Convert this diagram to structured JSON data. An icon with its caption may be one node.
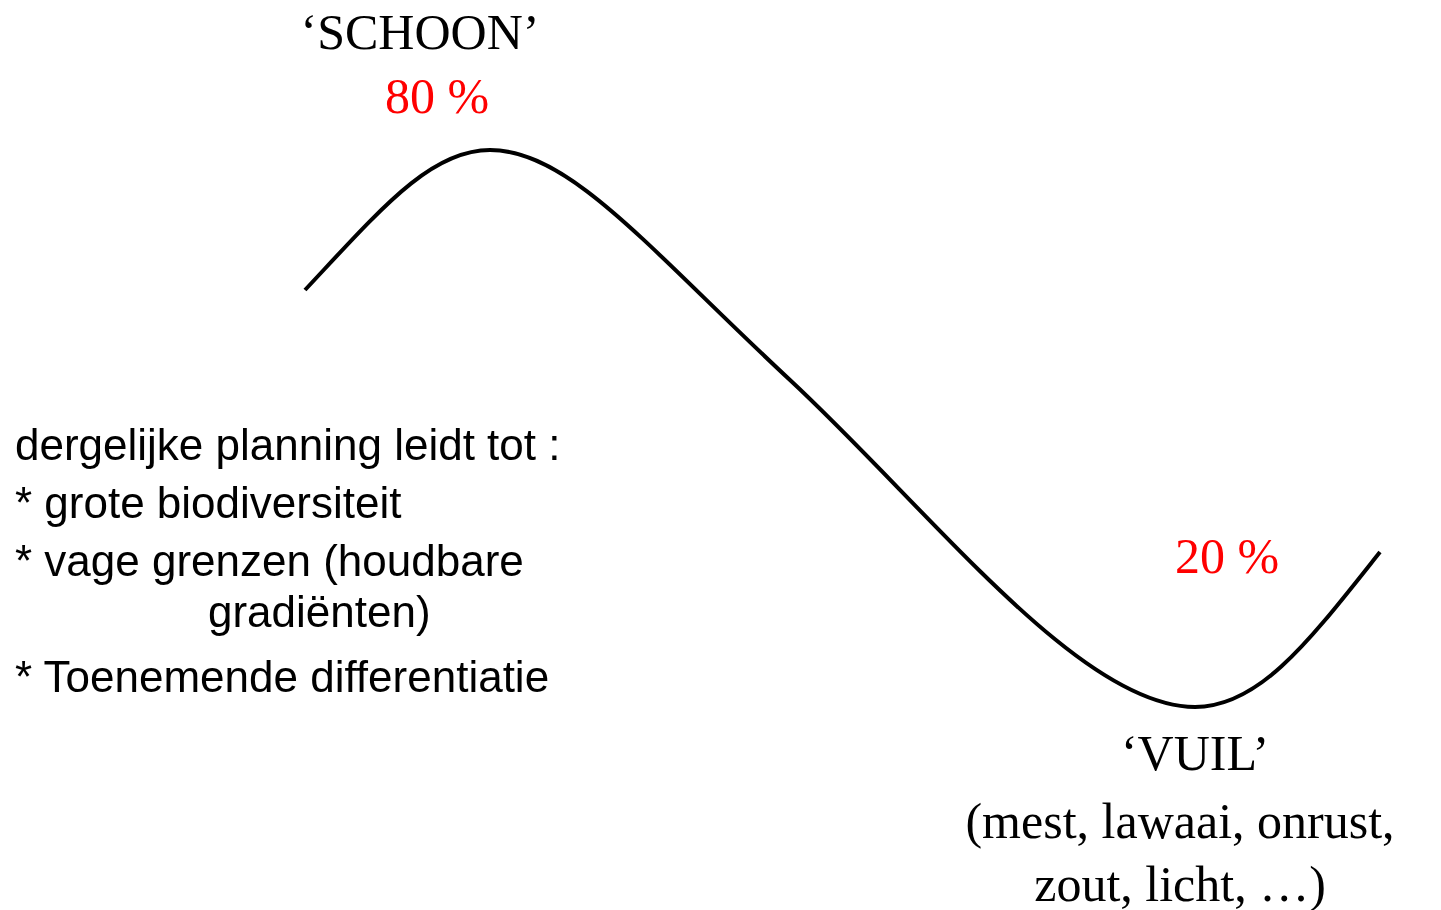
{
  "diagram": {
    "labels": [
      "‘SCHOON’",
      "80 %",
      "dergelijke planning leidt tot :",
      "* grote biodiversiteit",
      "* vage grenzen (houdbare gradiënten)",
      "* Toenemende differentiatie",
      "20 %",
      "‘VUIL’",
      "(mest, lawaai, onrust, zout, licht, …)"
    ]
  }
}
